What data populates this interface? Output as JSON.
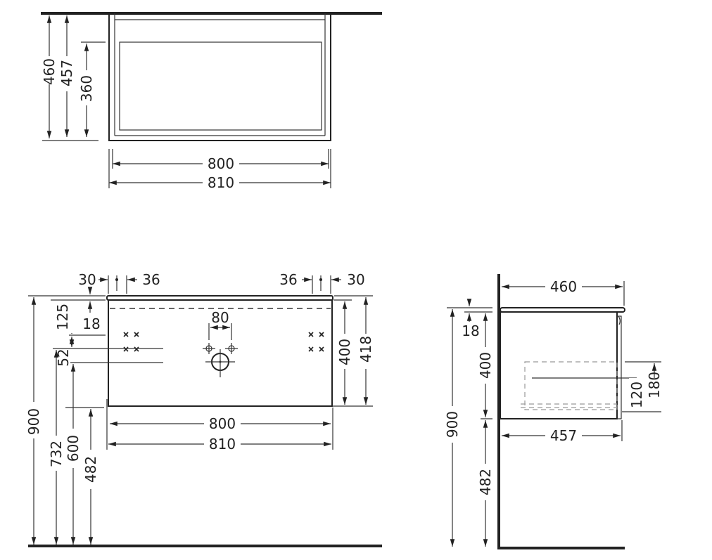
{
  "top_view": {
    "h_460": "460",
    "h_457": "457",
    "h_360": "360",
    "w_800": "800",
    "w_810": "810"
  },
  "front_view": {
    "side_30_left": "30",
    "side_36_left": "36",
    "side_36_right": "36",
    "side_30_right": "30",
    "h_125": "125",
    "h_18": "18",
    "h_52": "52",
    "tap_80": "80",
    "h_400": "400",
    "h_418": "418",
    "h_900": "900",
    "h_732": "732",
    "h_600": "600",
    "h_482": "482",
    "w_800": "800",
    "w_810": "810"
  },
  "side_view": {
    "d_460": "460",
    "d_457": "457",
    "h_18": "18",
    "h_400": "400",
    "h_900": "900",
    "h_482": "482",
    "h_120": "120",
    "h_180": "180"
  }
}
